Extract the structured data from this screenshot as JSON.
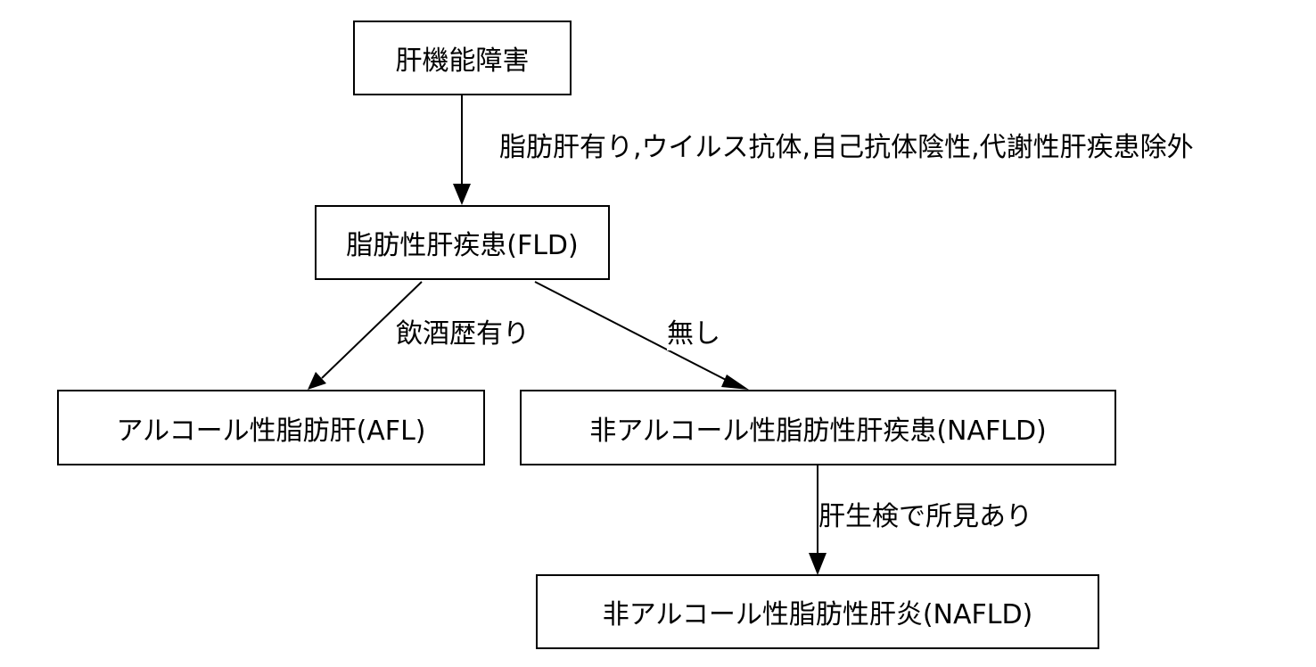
{
  "nodes": {
    "liver_dysfunction": "肝機能障害",
    "fld": "脂肪性肝疾患(FLD)",
    "afl": "アルコール性脂肪肝(AFL)",
    "nafld_disease": "非アルコール性脂肪性肝疾患(NAFLD)",
    "nafld_hepatitis": "非アルコール性脂肪性肝炎(NAFLD)"
  },
  "edges": {
    "to_fld": "脂肪肝有り,ウイルス抗体,自己抗体陰性,代謝性肝疾患除外",
    "to_afl": "飲酒歴有り",
    "to_nafld": "無し",
    "to_nash": "肝生検で所見あり"
  },
  "colors": {
    "stroke": "#000000",
    "fill": "#ffffff",
    "text": "#000000"
  }
}
